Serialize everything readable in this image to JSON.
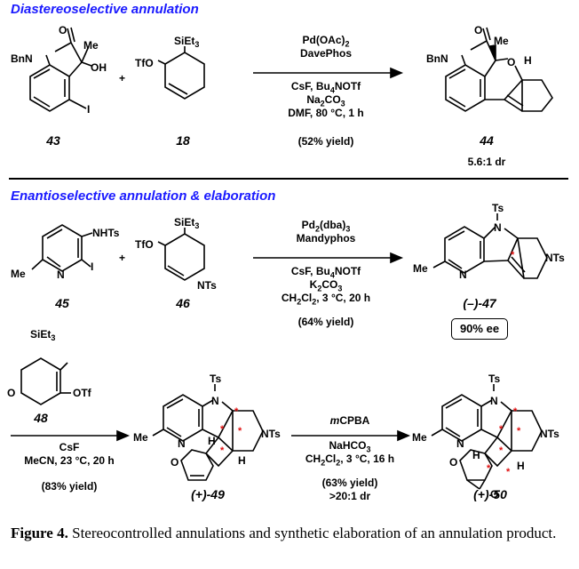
{
  "sections": {
    "diastereo_title": "Diastereoselective annulation",
    "enantio_title": "Enantioselective annulation & elaboration"
  },
  "reaction1": {
    "cond_top1": "Pd(OAc)",
    "cond_top1_sub": "2",
    "cond_top2": "DavePhos",
    "cond_mid1": "CsF, Bu",
    "cond_mid1_sub": "4",
    "cond_mid1_end": "NOTf",
    "cond_mid2": "Na",
    "cond_mid2_sub1": "2",
    "cond_mid2_mid": "CO",
    "cond_mid2_sub2": "3",
    "cond_mid3": "DMF, 80 °C, 1 h",
    "yield": "(52% yield)",
    "dr": "5.6:1 dr",
    "labels": {
      "c43": "43",
      "c18": "18",
      "c44": "44"
    }
  },
  "reaction2": {
    "cond_top1": "Pd",
    "cond_top1_s1": "2",
    "cond_top1_m": "(dba)",
    "cond_top1_s2": "3",
    "cond_top2": "Mandyphos",
    "cond_mid1": "CsF, Bu",
    "cond_mid1_sub": "4",
    "cond_mid1_end": "NOTf",
    "cond_mid2": "K",
    "cond_mid2_sub1": "2",
    "cond_mid2_mid": "CO",
    "cond_mid2_sub2": "3",
    "cond_mid3": "CH",
    "cond_mid3_s1": "2",
    "cond_mid3_m": "Cl",
    "cond_mid3_s2": "2",
    "cond_mid3_end": ", 3 °C, 20 h",
    "yield": "(64% yield)",
    "ee": "90% ee",
    "labels": {
      "c45": "45",
      "c46": "46",
      "c47": "(–)-47"
    }
  },
  "reaction3": {
    "cond_top": "CsF",
    "cond_mid": "MeCN, 23 °C, 20 h",
    "yield": "(83% yield)",
    "labels": {
      "c48": "48",
      "c49": "(+)-49"
    }
  },
  "reaction4": {
    "cond_top_it": "m",
    "cond_top": "CPBA",
    "cond_mid1": "NaHCO",
    "cond_mid1_sub": "3",
    "cond_mid2": "CH",
    "cond_mid2_s1": "2",
    "cond_mid2_m": "Cl",
    "cond_mid2_s2": "2",
    "cond_mid2_end": ", 3 °C, 16 h",
    "yield": "(63% yield)",
    "dr": ">20:1 dr",
    "labels": {
      "c50": "(+)-50"
    }
  },
  "atoms": {
    "me": "Me",
    "oh": "OH",
    "i": "I",
    "o": "O",
    "bnn": "BnN",
    "sieti": "SiEt",
    "three": "3",
    "tfo": "TfO",
    "h": "H",
    "nhts": "NHTs",
    "n": "N",
    "nts": "NTs",
    "ts": "Ts",
    "otf": "OTf",
    "star": "*"
  },
  "caption": {
    "label": "Figure 4.",
    "text": " Stereocontrolled annulations and synthetic elaboration of an annulation product."
  }
}
